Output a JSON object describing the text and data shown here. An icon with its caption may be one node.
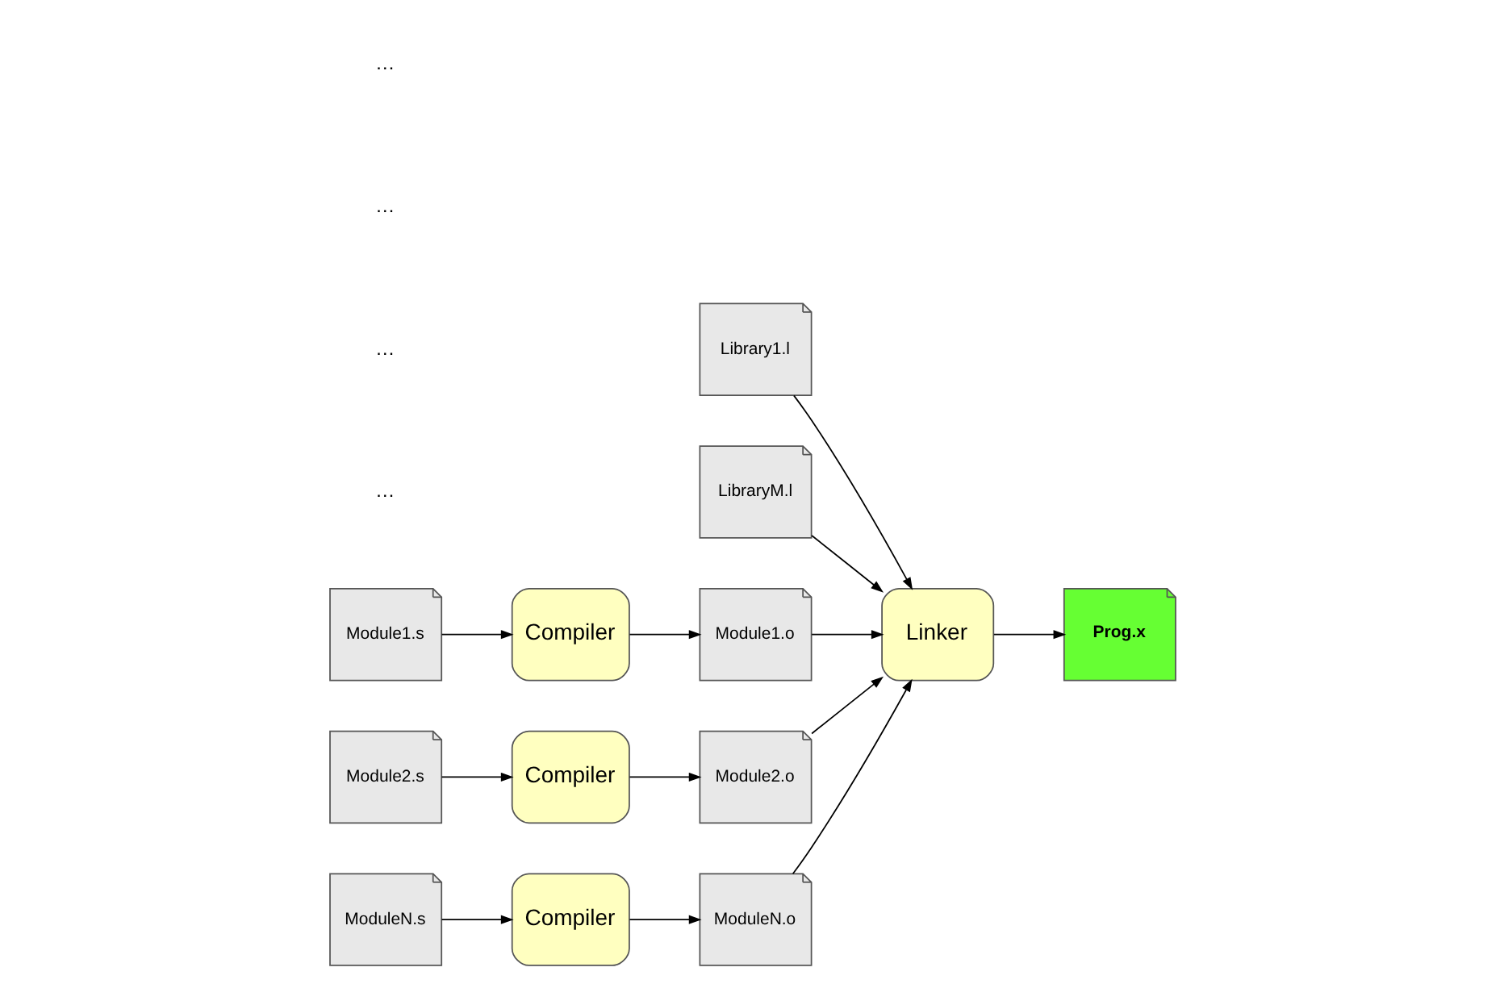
{
  "diagram": {
    "nodes": [
      {
        "text": [
          "Library1.l"
        ]
      },
      {
        "text": [
          "LibraryM.l"
        ]
      },
      {
        "text": [
          "Module1.s"
        ]
      },
      {
        "text": [
          "Compiler"
        ]
      },
      {
        "text": [
          "Module1.o"
        ]
      },
      {
        "text": [
          "Linker"
        ]
      },
      {
        "text": [
          "Module2.s"
        ]
      },
      {
        "text": [
          "Compiler"
        ]
      },
      {
        "text": [
          "Module2.o"
        ]
      },
      {
        "text": [
          "ModuleN.s"
        ]
      },
      {
        "text": [
          "Compiler"
        ]
      },
      {
        "text": [
          "ModuleN.o"
        ]
      },
      {
        "text": [
          "Prog.x"
        ]
      }
    ],
    "edges": [
      {
        "from": 2,
        "to": 3,
        "arrow": "to"
      },
      {
        "from": 3,
        "to": 4,
        "arrow": "to"
      },
      {
        "from": 4,
        "to": 5,
        "arrow": "to"
      },
      {
        "from": 0,
        "to": 5,
        "arrow": "to"
      },
      {
        "from": 1,
        "to": 5,
        "arrow": "to"
      },
      {
        "from": 6,
        "to": 7,
        "arrow": "to"
      },
      {
        "from": 7,
        "to": 8,
        "arrow": "to"
      },
      {
        "from": 8,
        "to": 5,
        "arrow": "to"
      },
      {
        "from": 9,
        "to": 10,
        "arrow": "to"
      },
      {
        "from": 10,
        "to": 11,
        "arrow": "to"
      },
      {
        "from": 11,
        "to": 5,
        "arrow": "to"
      },
      {
        "from": 5,
        "to": 12,
        "arrow": "to"
      }
    ],
    "labels": [
      "…",
      "…",
      "…",
      "…"
    ]
  }
}
